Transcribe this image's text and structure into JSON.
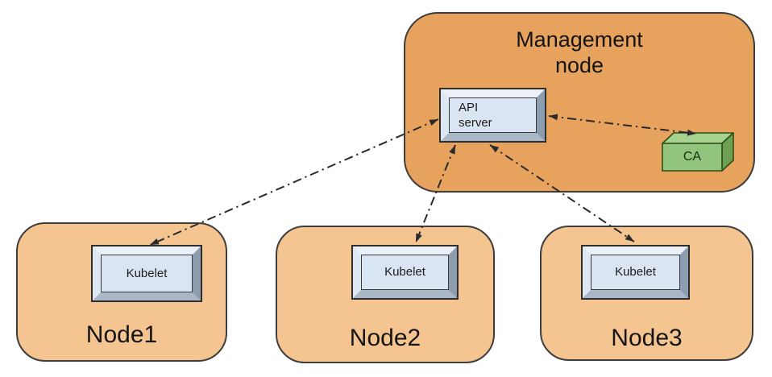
{
  "diagram": {
    "management_node": {
      "label": "Management node"
    },
    "api_server": {
      "label": "API server"
    },
    "ca": {
      "label": "CA"
    },
    "nodes": [
      {
        "label": "Node1",
        "component_label": "Kubelet"
      },
      {
        "label": "Node2",
        "component_label": "Kubelet"
      },
      {
        "label": "Node3",
        "component_label": "Kubelet"
      }
    ],
    "connections": [
      {
        "from": "api-server",
        "to": "node1-kubelet",
        "line_style": "dash-dot",
        "bidirectional": true
      },
      {
        "from": "api-server",
        "to": "node2-kubelet",
        "line_style": "dash-dot",
        "bidirectional": true
      },
      {
        "from": "api-server",
        "to": "node3-kubelet",
        "line_style": "dash-dot",
        "bidirectional": true
      },
      {
        "from": "api-server",
        "to": "ca",
        "line_style": "dash-dot",
        "bidirectional": true
      }
    ],
    "colors": {
      "management_node_fill": "#E7A35E",
      "worker_node_fill": "#F4C491",
      "box_border": "#3D3D3D",
      "button_face": "#D9E5F3",
      "ca_front": "#93C47D",
      "ca_top": "#A6D18F",
      "ca_side": "#6E9F55",
      "arrow": "#2A2A2A",
      "background": "#FFFFFF"
    }
  }
}
